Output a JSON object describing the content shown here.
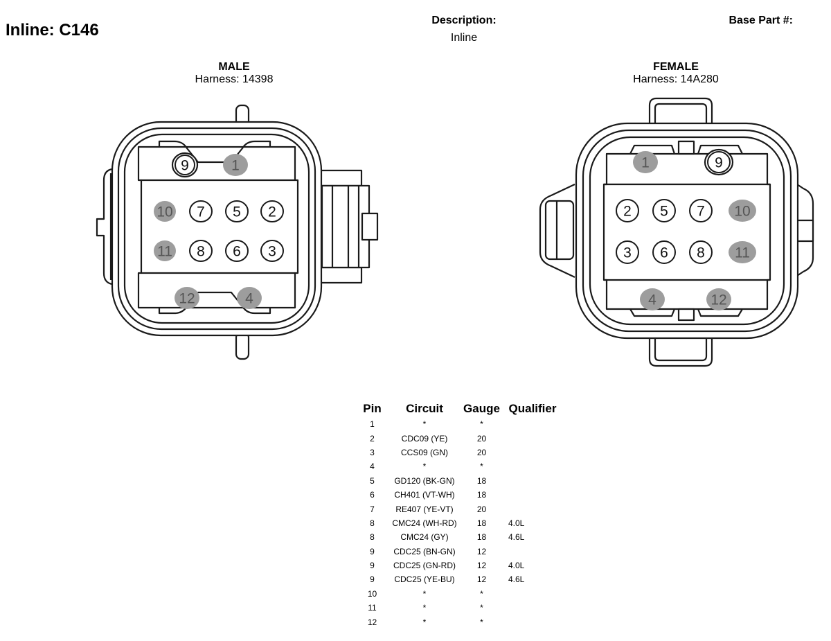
{
  "header": {
    "title": "Inline: C146",
    "description_label": "Description:",
    "description_value": "Inline",
    "base_part_label": "Base Part #:"
  },
  "connectors": {
    "male": {
      "side": "MALE",
      "harness": "Harness: 14398",
      "pins": [
        "9",
        "1",
        "10",
        "7",
        "5",
        "2",
        "11",
        "8",
        "6",
        "3",
        "12",
        "4"
      ],
      "filled_pins": [
        "1",
        "10",
        "11",
        "12",
        "4"
      ]
    },
    "female": {
      "side": "FEMALE",
      "harness": "Harness: 14A280",
      "pins": [
        "1",
        "9",
        "2",
        "5",
        "7",
        "10",
        "3",
        "6",
        "8",
        "11",
        "4",
        "12"
      ],
      "filled_pins": [
        "1",
        "10",
        "11",
        "4",
        "12"
      ]
    }
  },
  "colors": {
    "outline": "#1a1a1a",
    "filled_pin": "#9d9d9d",
    "filled_pin_text": "#555555"
  },
  "pin_table": {
    "headers": [
      "Pin",
      "Circuit",
      "Gauge",
      "Qualifier"
    ],
    "rows": [
      {
        "pin": "1",
        "circuit": "*",
        "gauge": "*",
        "qualifier": ""
      },
      {
        "pin": "2",
        "circuit": "CDC09 (YE)",
        "gauge": "20",
        "qualifier": ""
      },
      {
        "pin": "3",
        "circuit": "CCS09 (GN)",
        "gauge": "20",
        "qualifier": ""
      },
      {
        "pin": "4",
        "circuit": "*",
        "gauge": "*",
        "qualifier": ""
      },
      {
        "pin": "5",
        "circuit": "GD120 (BK-GN)",
        "gauge": "18",
        "qualifier": ""
      },
      {
        "pin": "6",
        "circuit": "CH401 (VT-WH)",
        "gauge": "18",
        "qualifier": ""
      },
      {
        "pin": "7",
        "circuit": "RE407 (YE-VT)",
        "gauge": "20",
        "qualifier": ""
      },
      {
        "pin": "8",
        "circuit": "CMC24 (WH-RD)",
        "gauge": "18",
        "qualifier": "4.0L"
      },
      {
        "pin": "8",
        "circuit": "CMC24 (GY)",
        "gauge": "18",
        "qualifier": "4.6L"
      },
      {
        "pin": "9",
        "circuit": "CDC25 (BN-GN)",
        "gauge": "12",
        "qualifier": ""
      },
      {
        "pin": "9",
        "circuit": "CDC25 (GN-RD)",
        "gauge": "12",
        "qualifier": "4.0L"
      },
      {
        "pin": "9",
        "circuit": "CDC25 (YE-BU)",
        "gauge": "12",
        "qualifier": "4.6L"
      },
      {
        "pin": "10",
        "circuit": "*",
        "gauge": "*",
        "qualifier": ""
      },
      {
        "pin": "11",
        "circuit": "*",
        "gauge": "*",
        "qualifier": ""
      },
      {
        "pin": "12",
        "circuit": "*",
        "gauge": "*",
        "qualifier": ""
      }
    ]
  }
}
